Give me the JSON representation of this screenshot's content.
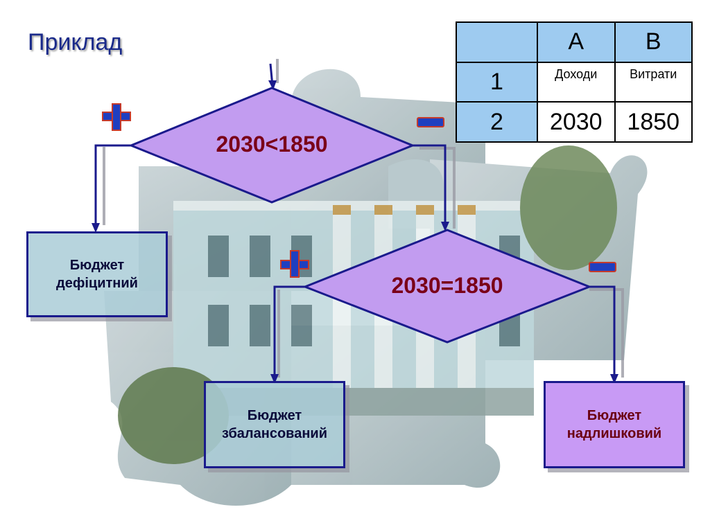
{
  "title": "Приклад",
  "table": {
    "columns": [
      "A",
      "B"
    ],
    "rows": [
      {
        "num": "1",
        "a": "Доходи",
        "b": "Витрати"
      },
      {
        "num": "2",
        "a": "2030",
        "b": "1850"
      }
    ]
  },
  "diagram": {
    "decision1": "2030<1850",
    "decision2": "2030=1850",
    "plus_sign": "+",
    "minus_sign": "–",
    "outcome_deficit": [
      "Бюджет",
      "дефіцитний"
    ],
    "outcome_balanced": [
      "Бюджет",
      "збалансований"
    ],
    "outcome_surplus": [
      "Бюджет",
      "надлишковий"
    ]
  },
  "colors": {
    "header_blue": "#9ecbf0",
    "diamond_fill": "#c29cf0",
    "line_navy": "#1a1a8c",
    "condition_text": "#7a0018",
    "plus_minus": "#1f3fc0"
  }
}
